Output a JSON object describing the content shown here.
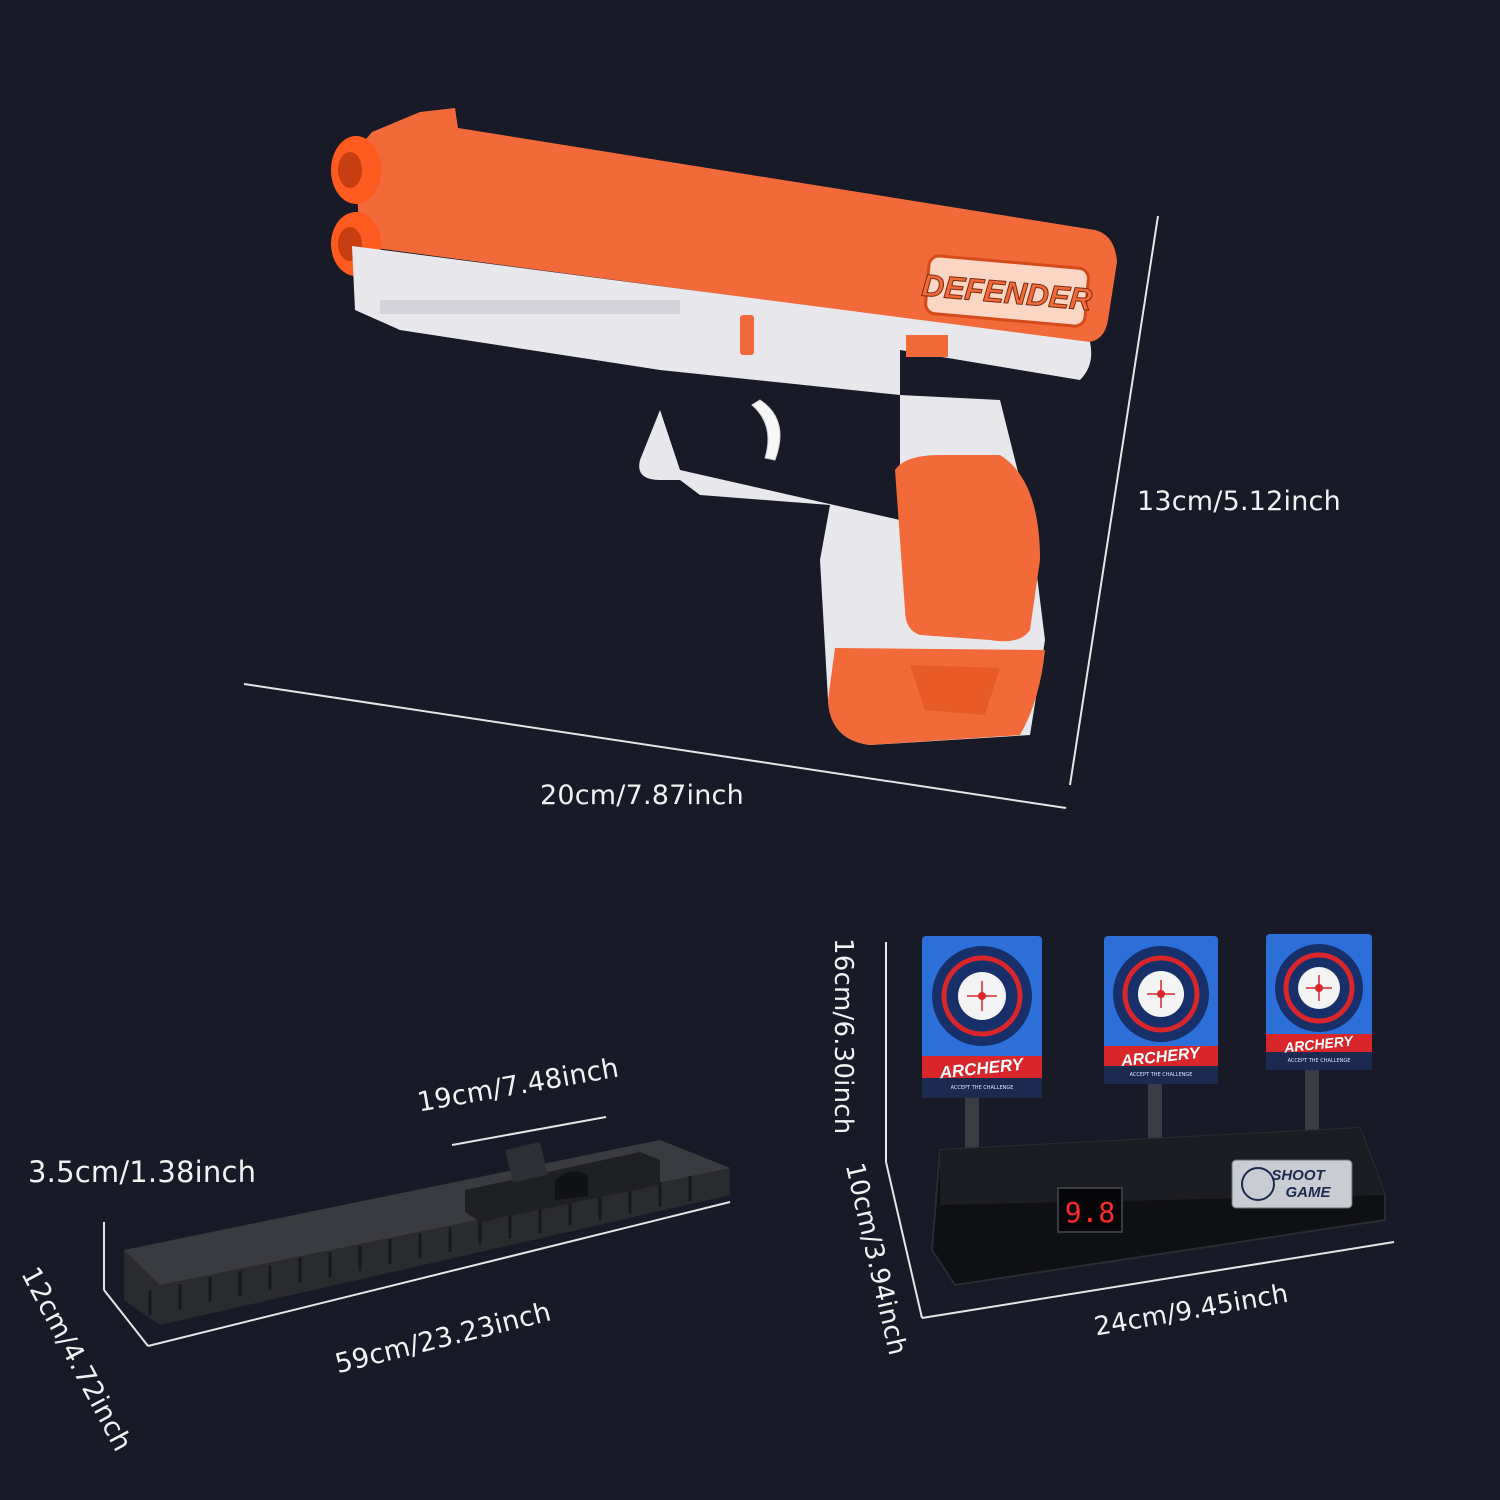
{
  "blaster": {
    "brand_label": "DEFENDER",
    "width_label": "20cm/7.87inch",
    "height_label": "13cm/5.12inch",
    "colors": {
      "body": "#f36a3a",
      "frame": "#e8e8ec",
      "accent": "#ff5a1f"
    }
  },
  "magazine": {
    "length_label": "19cm/7.48inch",
    "height_label": "3.5cm/1.38inch",
    "track_length_label": "59cm/23.23inch",
    "depth_label": "12cm/4.72inch"
  },
  "target": {
    "height_label": "16cm/6.30inch",
    "base_height_label": "10cm/3.94inch",
    "width_label": "24cm/9.45inch",
    "panel_label": "ARCHERY",
    "panel_sublabel": "ACCEPT THE CHALLENGE",
    "score_display": "9.8",
    "logo_line1": "SHOOT",
    "logo_line2": "GAME",
    "colors": {
      "panel": "#2c6fd8",
      "ribbon": "#d8262b",
      "display": "#ff2a2a"
    }
  }
}
